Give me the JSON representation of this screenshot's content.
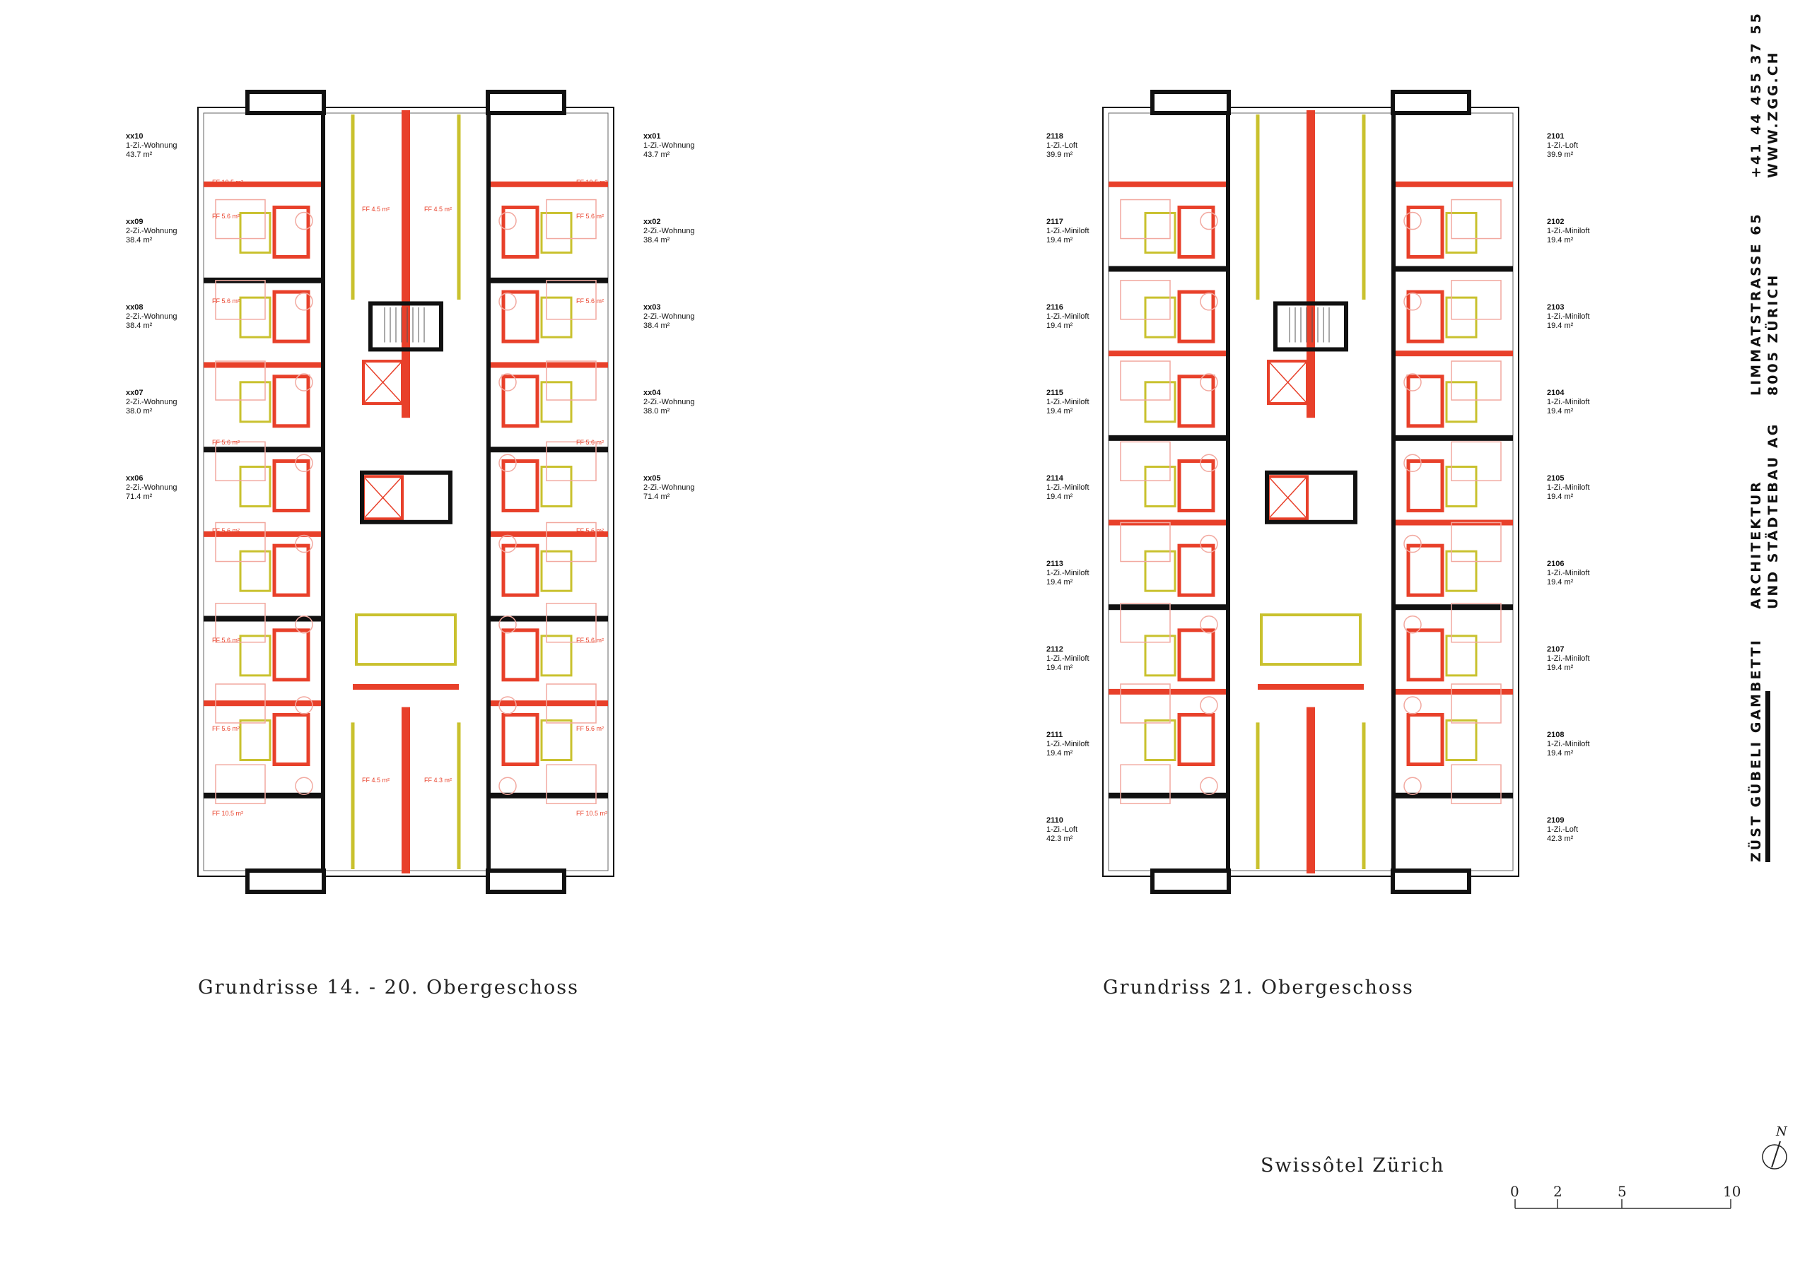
{
  "left_plan": {
    "caption": "Grundrisse 14. - 20. Obergeschoss",
    "units_left": [
      {
        "id": "xx10",
        "type": "1-Zi.-Wohnung",
        "area": "43.7 m²"
      },
      {
        "id": "xx09",
        "type": "2-Zi.-Wohnung",
        "area": "38.4 m²"
      },
      {
        "id": "xx08",
        "type": "2-Zi.-Wohnung",
        "area": "38.4 m²"
      },
      {
        "id": "xx07",
        "type": "2-Zi.-Wohnung",
        "area": "38.0 m²"
      },
      {
        "id": "xx06",
        "type": "2-Zi.-Wohnung",
        "area": "71.4 m²"
      }
    ],
    "units_right": [
      {
        "id": "xx01",
        "type": "1-Zi.-Wohnung",
        "area": "43.7 m²"
      },
      {
        "id": "xx02",
        "type": "2-Zi.-Wohnung",
        "area": "38.4 m²"
      },
      {
        "id": "xx03",
        "type": "2-Zi.-Wohnung",
        "area": "38.4 m²"
      },
      {
        "id": "xx04",
        "type": "2-Zi.-Wohnung",
        "area": "38.0 m²"
      },
      {
        "id": "xx05",
        "type": "2-Zi.-Wohnung",
        "area": "71.4 m²"
      }
    ],
    "room_tags": [
      "FF 10.5 m²",
      "FF 5.6 m²",
      "FF 4.5 m²",
      "FF 4.3 m²"
    ]
  },
  "right_plan": {
    "caption": "Grundriss 21. Obergeschoss",
    "units_left": [
      {
        "id": "2118",
        "type": "1-Zi.-Loft",
        "area": "39.9 m²"
      },
      {
        "id": "2117",
        "type": "1-Zi.-Miniloft",
        "area": "19.4 m²"
      },
      {
        "id": "2116",
        "type": "1-Zi.-Miniloft",
        "area": "19.4 m²"
      },
      {
        "id": "2115",
        "type": "1-Zi.-Miniloft",
        "area": "19.4 m²"
      },
      {
        "id": "2114",
        "type": "1-Zi.-Miniloft",
        "area": "19.4 m²"
      },
      {
        "id": "2113",
        "type": "1-Zi.-Miniloft",
        "area": "19.4 m²"
      },
      {
        "id": "2112",
        "type": "1-Zi.-Miniloft",
        "area": "19.4 m²"
      },
      {
        "id": "2111",
        "type": "1-Zi.-Miniloft",
        "area": "19.4 m²"
      },
      {
        "id": "2110",
        "type": "1-Zi.-Loft",
        "area": "42.3 m²"
      }
    ],
    "units_right": [
      {
        "id": "2101",
        "type": "1-Zi.-Loft",
        "area": "39.9 m²"
      },
      {
        "id": "2102",
        "type": "1-Zi.-Miniloft",
        "area": "19.4 m²"
      },
      {
        "id": "2103",
        "type": "1-Zi.-Miniloft",
        "area": "19.4 m²"
      },
      {
        "id": "2104",
        "type": "1-Zi.-Miniloft",
        "area": "19.4 m²"
      },
      {
        "id": "2105",
        "type": "1-Zi.-Miniloft",
        "area": "19.4 m²"
      },
      {
        "id": "2106",
        "type": "1-Zi.-Miniloft",
        "area": "19.4 m²"
      },
      {
        "id": "2107",
        "type": "1-Zi.-Miniloft",
        "area": "19.4 m²"
      },
      {
        "id": "2108",
        "type": "1-Zi.-Miniloft",
        "area": "19.4 m²"
      },
      {
        "id": "2109",
        "type": "1-Zi.-Loft",
        "area": "42.3 m²"
      }
    ]
  },
  "project_name": "Swissôtel Zürich",
  "office": {
    "name": "ZÜST GÜBELI GAMBETTI",
    "line1": "ARCHITEKTUR",
    "line2": "UND STÄDTEBAU AG",
    "street": "LIMMATSTRASSE 65",
    "city": "8005 ZÜRICH",
    "phone": "+41 44 455 37 55",
    "web": "WWW.ZGG.CH"
  },
  "scale_bar": {
    "labels": [
      "0",
      "2",
      "5",
      "10"
    ]
  },
  "north_label": "N",
  "colors": {
    "demolish": "#e8402a",
    "new": "#c9c12e",
    "existing": "#111111",
    "furniture": "#f2a9a0"
  }
}
